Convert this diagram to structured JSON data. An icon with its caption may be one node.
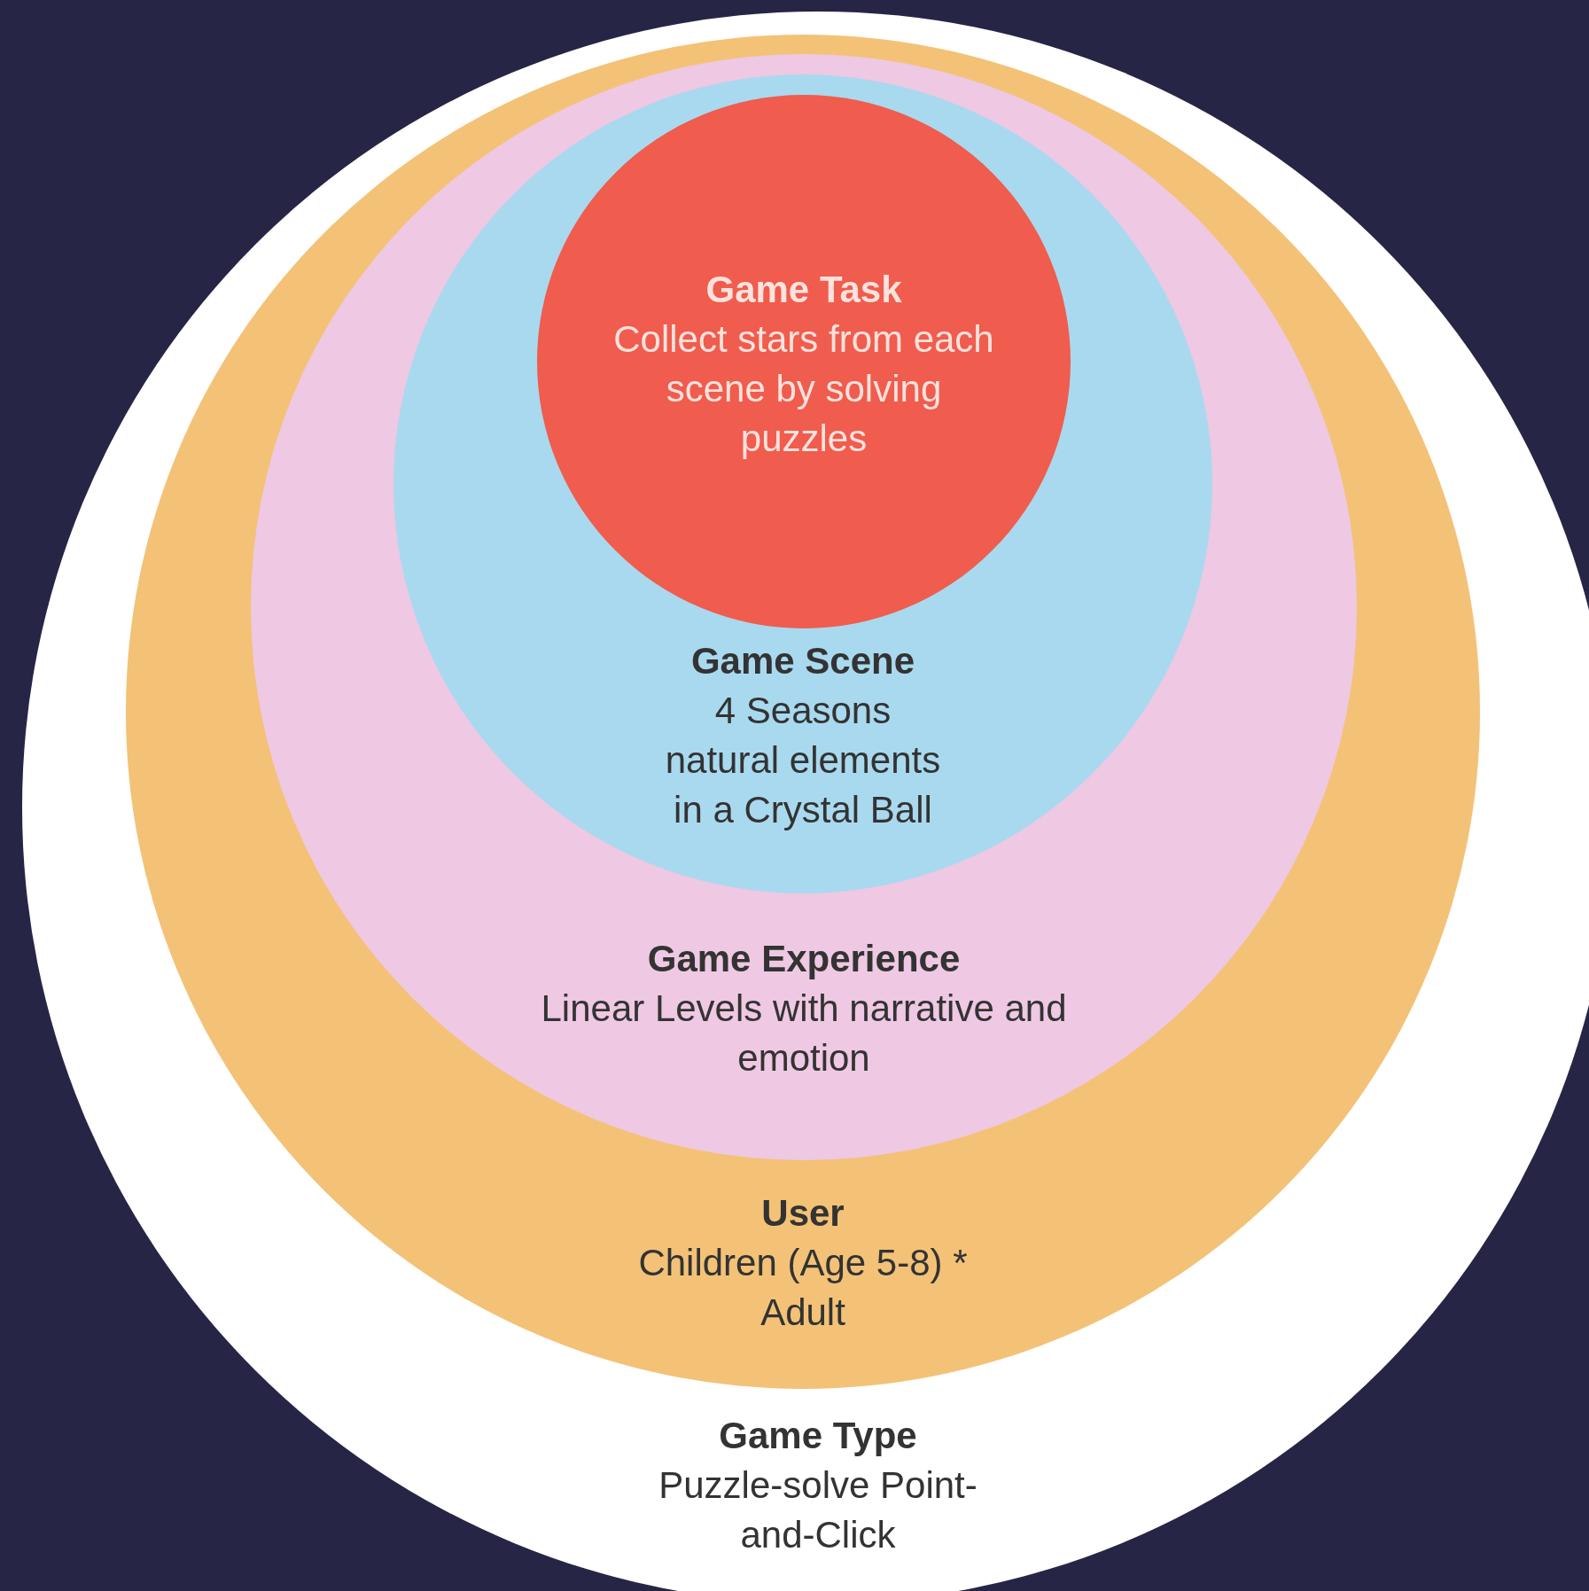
{
  "diagram": {
    "nodes": [
      {
        "text": [
          "Game Type",
          "Puzzle-solve Point-and-Click"
        ]
      },
      {
        "text": [
          "User",
          "Children (Age 5-8) * Adult"
        ],
        "in": 0
      },
      {
        "text": [
          "Game Experience",
          "Linear Levels with narrative and emotion"
        ],
        "in": 1
      },
      {
        "text": [
          "Game Scene",
          "4 Seasons natural elements in a Crystal Ball"
        ],
        "in": 2
      },
      {
        "text": [
          "Game Task",
          "Collect stars from each scene by solving puzzles"
        ],
        "in": 3
      }
    ]
  }
}
